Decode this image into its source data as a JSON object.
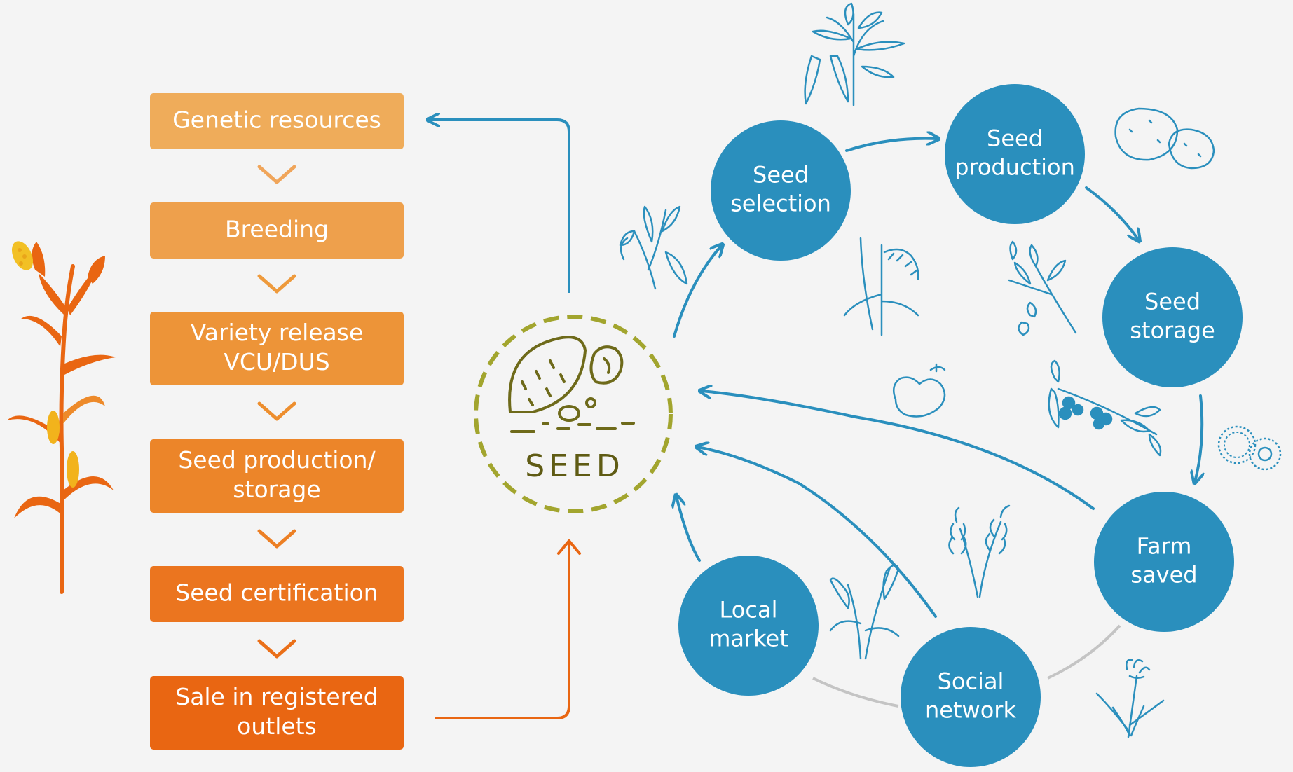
{
  "formal_system": {
    "steps": [
      {
        "lines": [
          "Genetic resources"
        ],
        "color": "#efac5a"
      },
      {
        "lines": [
          "Breeding"
        ],
        "color": "#eea04c"
      },
      {
        "lines": [
          "Variety release",
          "VCU/DUS"
        ],
        "color": "#ed9438"
      },
      {
        "lines": [
          "Seed production/",
          "storage"
        ],
        "color": "#ec8529"
      },
      {
        "lines": [
          "Seed certification"
        ],
        "color": "#eb751f"
      },
      {
        "lines": [
          "Sale in registered",
          "outlets"
        ],
        "color": "#e96612"
      }
    ],
    "chevron_color": "#ee9a3c"
  },
  "center": {
    "label": "SEED",
    "ring_color": "#a2a52e",
    "icon_color": "#6e6a1a"
  },
  "informal_system": {
    "nodes": {
      "seed_selection": {
        "lines": [
          "Seed",
          "selection"
        ]
      },
      "seed_production": {
        "lines": [
          "Seed",
          "production"
        ]
      },
      "seed_storage": {
        "lines": [
          "Seed",
          "storage"
        ]
      },
      "farm_saved": {
        "lines": [
          "Farm",
          "saved"
        ]
      },
      "social_network": {
        "lines": [
          "Social",
          "network"
        ]
      },
      "local_market": {
        "lines": [
          "Local",
          "market"
        ]
      }
    },
    "circle_color": "#2a8fbd",
    "arrow_color": "#2a8fbd",
    "link_color": "#c4c4c4"
  },
  "icons": {
    "plant": "maize-plant-icon",
    "crops": [
      "cowpea-plant-icon",
      "potato-icon",
      "pea-plant-icon",
      "rice-plant-icon",
      "groundnut-plant-icon",
      "beans-plant-icon",
      "bean-seed-icon",
      "sorghum-icon",
      "wheat-icon",
      "millet-icon",
      "flower-icon"
    ]
  }
}
